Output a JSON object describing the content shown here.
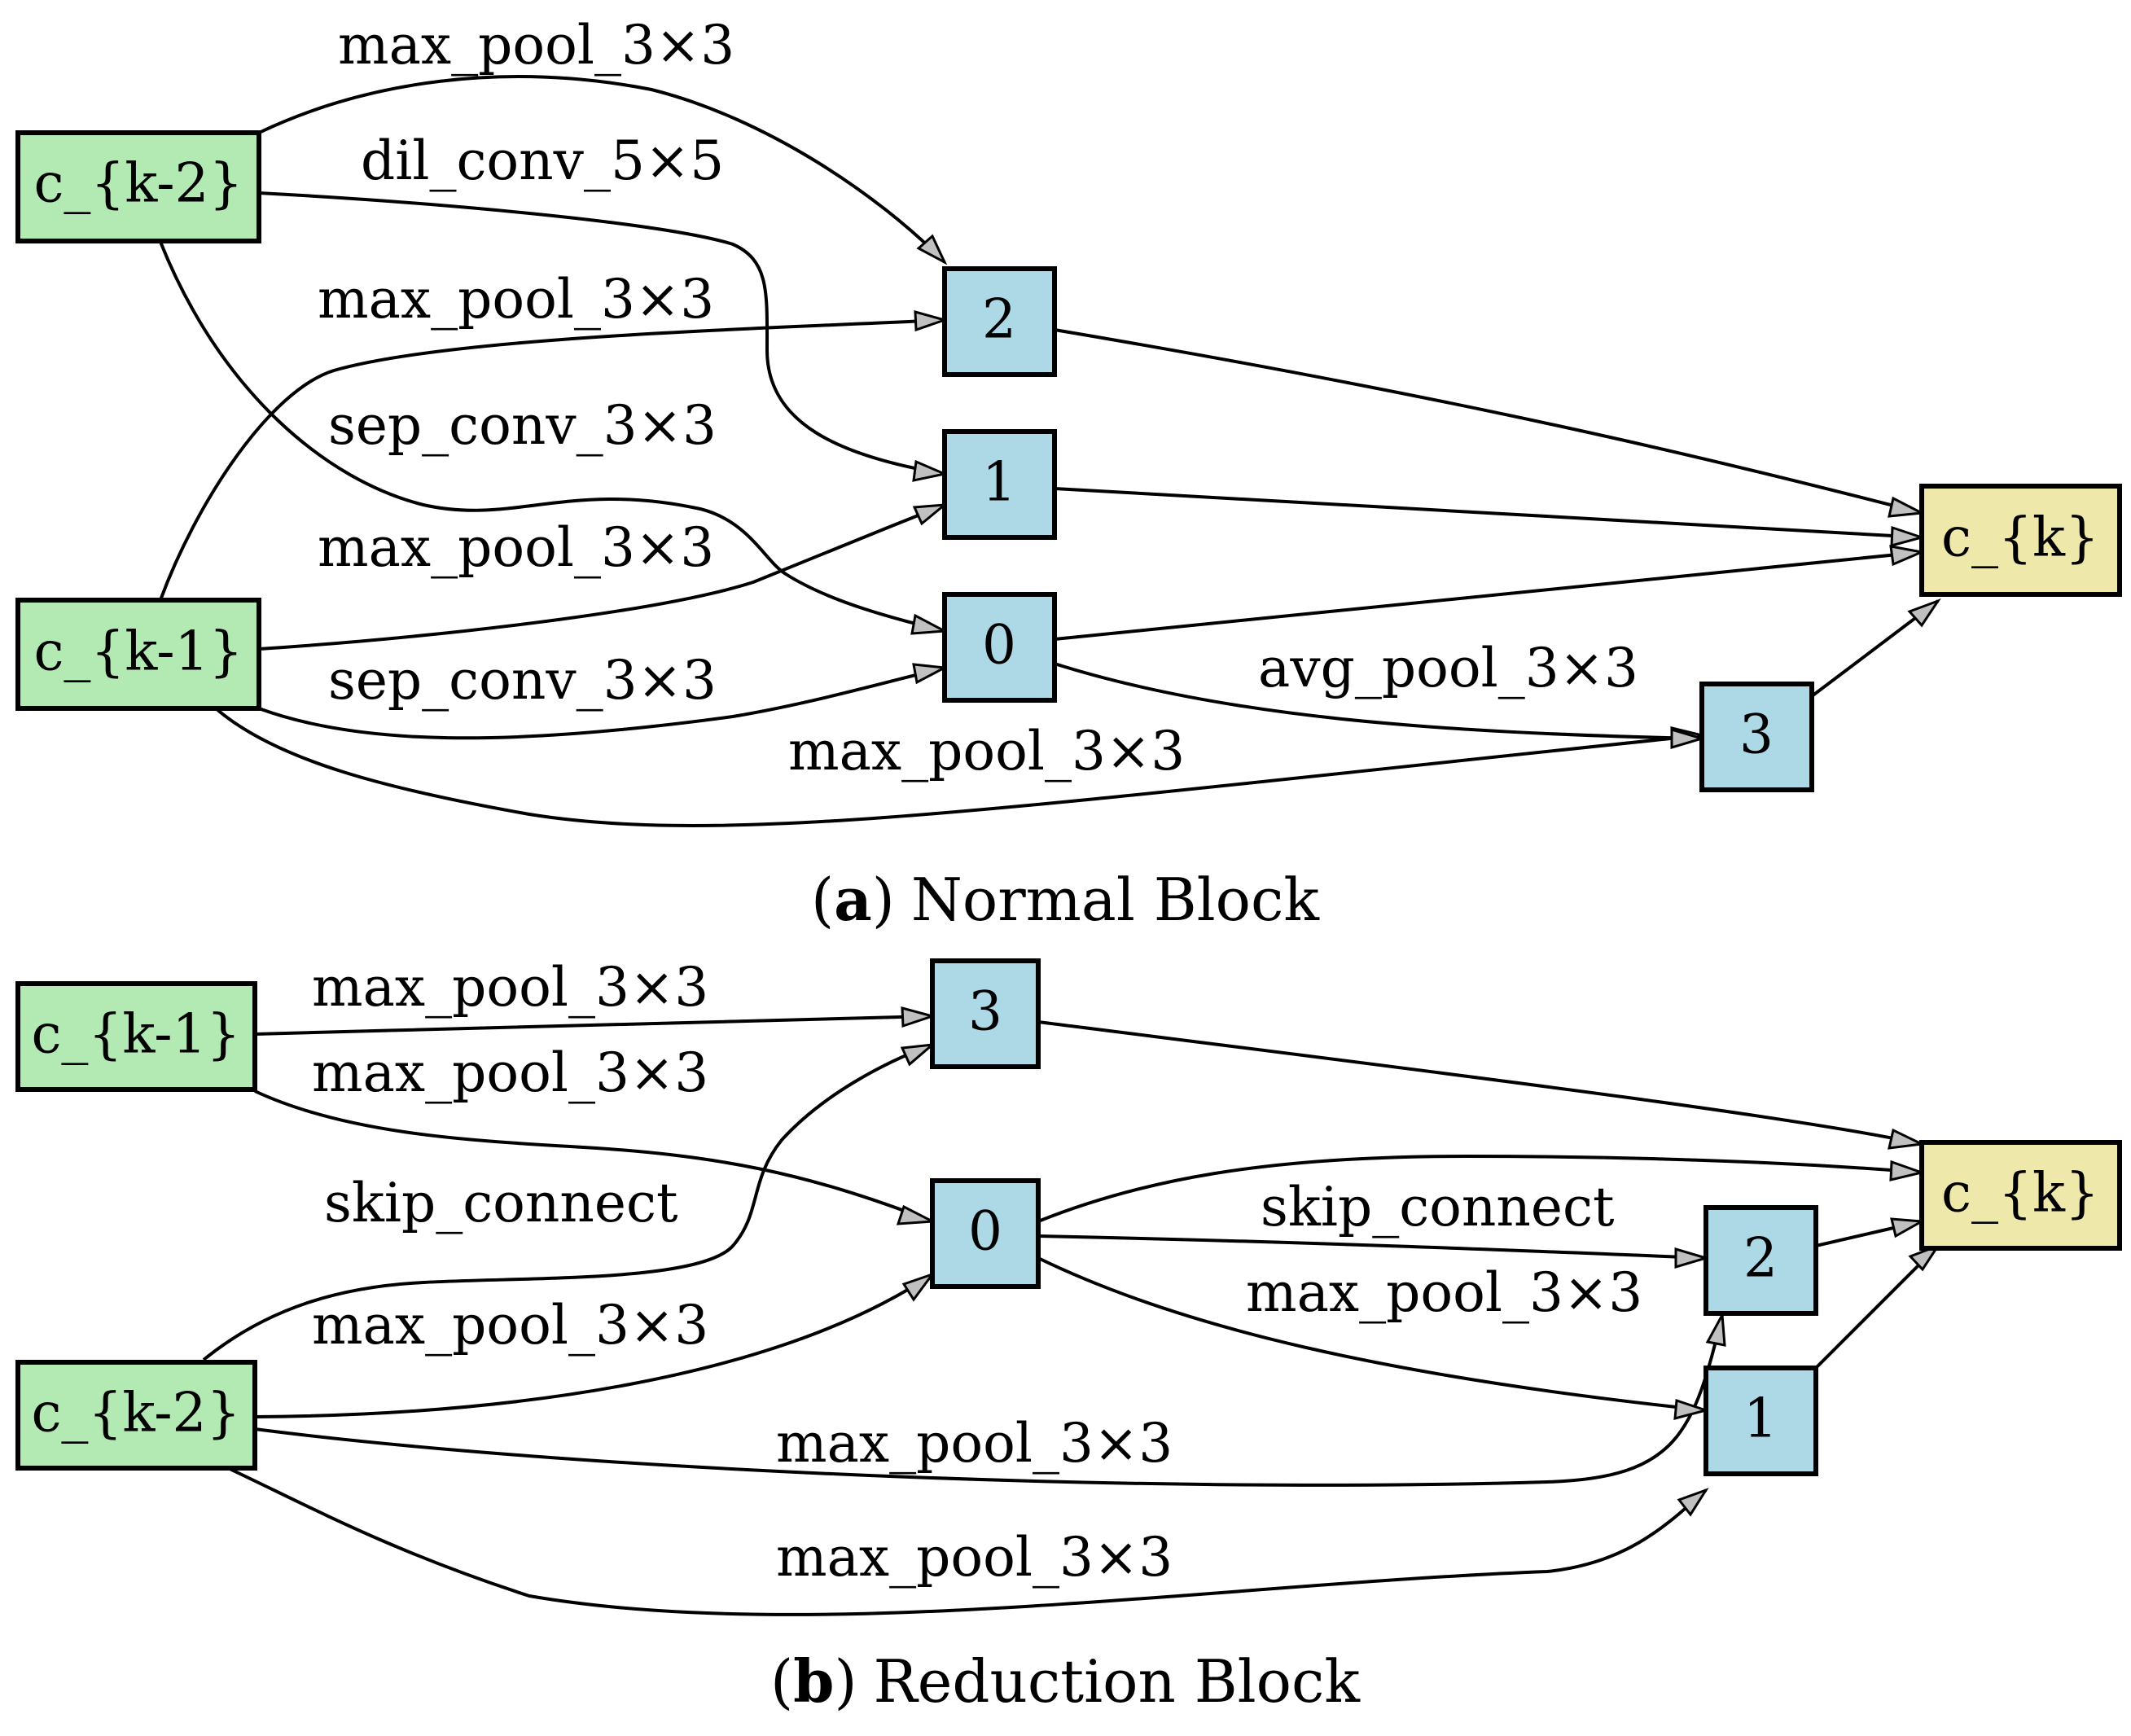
{
  "normal_block": {
    "caption_open": "(",
    "caption_letter": "a",
    "caption_close": ")",
    "caption_text": "Normal Block",
    "nodes": {
      "ck2": "c_{k-2}",
      "ck1": "c_{k-1}",
      "n0": "0",
      "n1": "1",
      "n2": "2",
      "n3": "3",
      "ck": "c_{k}"
    },
    "edges": [
      {
        "from": "c_{k-2}",
        "to": "2",
        "label": "max_pool_3×3"
      },
      {
        "from": "c_{k-2}",
        "to": "1",
        "label": "dil_conv_5×5"
      },
      {
        "from": "c_{k-1}",
        "to": "2",
        "label": "max_pool_3×3"
      },
      {
        "from": "c_{k-2}",
        "to": "0",
        "label": "sep_conv_3×3"
      },
      {
        "from": "c_{k-1}",
        "to": "1",
        "label": "max_pool_3×3"
      },
      {
        "from": "c_{k-1}",
        "to": "0",
        "label": "sep_conv_3×3"
      },
      {
        "from": "0",
        "to": "3",
        "label": "avg_pool_3×3"
      },
      {
        "from": "c_{k-1}",
        "to": "3",
        "label": "max_pool_3×3"
      }
    ]
  },
  "reduction_block": {
    "caption_open": "(",
    "caption_letter": "b",
    "caption_close": ")",
    "caption_text": "Reduction Block",
    "nodes": {
      "ck1": "c_{k-1}",
      "ck2": "c_{k-2}",
      "n0": "0",
      "n1": "1",
      "n2": "2",
      "n3": "3",
      "ck": "c_{k}"
    },
    "edges": [
      {
        "from": "c_{k-1}",
        "to": "3",
        "label": "max_pool_3×3"
      },
      {
        "from": "c_{k-1}",
        "to": "0",
        "label": "max_pool_3×3"
      },
      {
        "from": "c_{k-2}",
        "to": "3",
        "label": "skip_connect"
      },
      {
        "from": "0",
        "to": "2",
        "label": "skip_connect"
      },
      {
        "from": "c_{k-2}",
        "to": "0",
        "label": "max_pool_3×3"
      },
      {
        "from": "0",
        "to": "1",
        "label": "max_pool_3×3"
      },
      {
        "from": "c_{k-2}",
        "to": "2",
        "label": "max_pool_3×3"
      },
      {
        "from": "c_{k-2}",
        "to": "1",
        "label": "max_pool_3×3"
      }
    ]
  },
  "colors": {
    "input_node": "#b3eab3",
    "op_node": "#add8e6",
    "output_node": "#eee8aa",
    "arrowhead": "#c0c0c0"
  }
}
